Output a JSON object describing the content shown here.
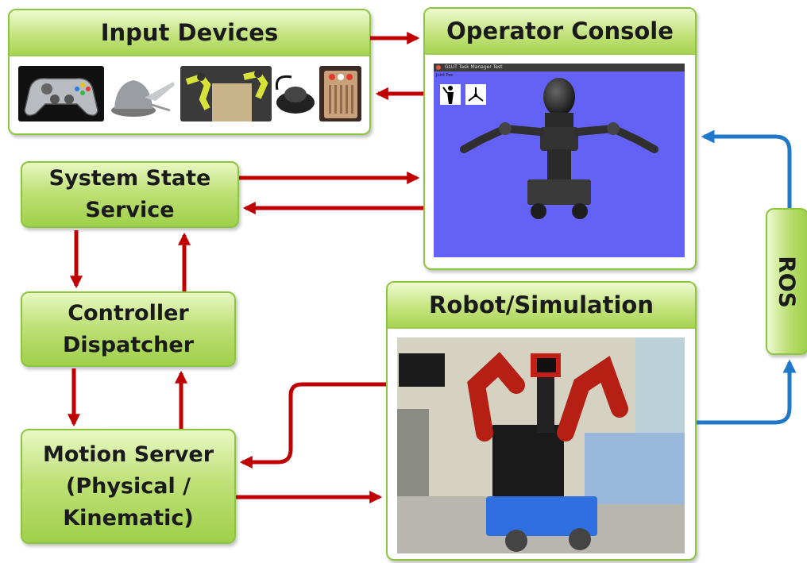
{
  "diagram": {
    "nodes": {
      "input_devices": "Input Devices",
      "operator_console": "Operator Console",
      "system_state_service": "System State\nService",
      "controller_dispatcher": "Controller\nDispatcher",
      "motion_server": "Motion Server\n(Physical /\nKinematic)",
      "robot_simulation": "Robot/Simulation",
      "ros": "ROS"
    },
    "console_window": {
      "title": "GLUT Task Manager Test",
      "sidebar_label": "Joint Pos"
    },
    "images": [
      "gamepad-icon",
      "haptic-device-icon",
      "exoskeleton-arms-icon",
      "3d-mouse-icon",
      "button-box-icon",
      "robot-render-icon",
      "baxter-robot-photo"
    ],
    "colors": {
      "box_fill": "#a9d656",
      "box_border": "#8cc63f",
      "arrow_red": "#c00000",
      "arrow_blue": "#1f78c8",
      "console_bg": "#6461f5"
    }
  }
}
